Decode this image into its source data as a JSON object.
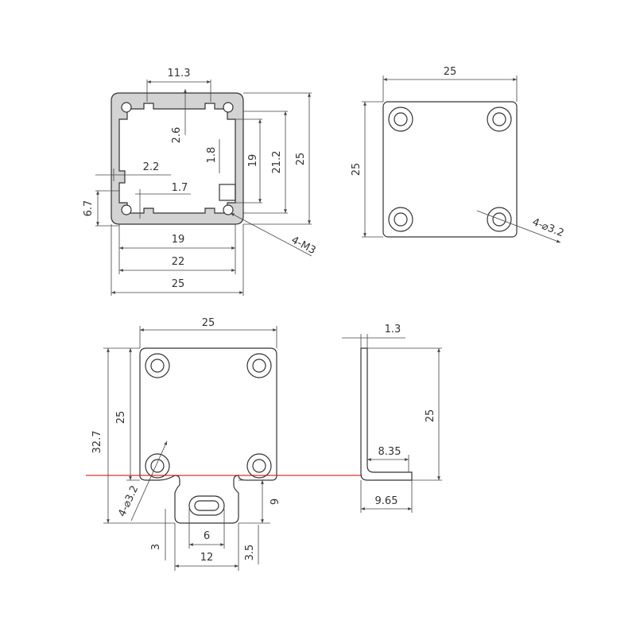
{
  "colors": {
    "line": "#333333",
    "profile_fill": "#d3d3d3",
    "cut_line": "#d00000"
  },
  "profile_view": {
    "labels": {
      "top_width": "11.3",
      "slot_depth": "2.6",
      "inner_height": "1.8",
      "slot_width": "2.2",
      "inner_width": "1.7",
      "side_height": "6.7",
      "h19": "19",
      "h21": "21.2",
      "h25": "25",
      "w19": "19",
      "w22": "22",
      "w25": "25",
      "thread": "4-M3"
    }
  },
  "plate_view": {
    "labels": {
      "width": "25",
      "height": "25",
      "holes": "4-⌀3.2"
    }
  },
  "bracket_front": {
    "labels": {
      "width": "25",
      "height_total": "32.7",
      "height": "25",
      "holes": "4-⌀3.2",
      "tab_height": "9",
      "slot_width": "6",
      "tab_width": "12",
      "offset3": "3",
      "offset35": "3.5"
    }
  },
  "bracket_side": {
    "labels": {
      "thickness": "1.3",
      "height": "25",
      "flange_inner": "8.35",
      "flange_outer": "9.65"
    }
  }
}
